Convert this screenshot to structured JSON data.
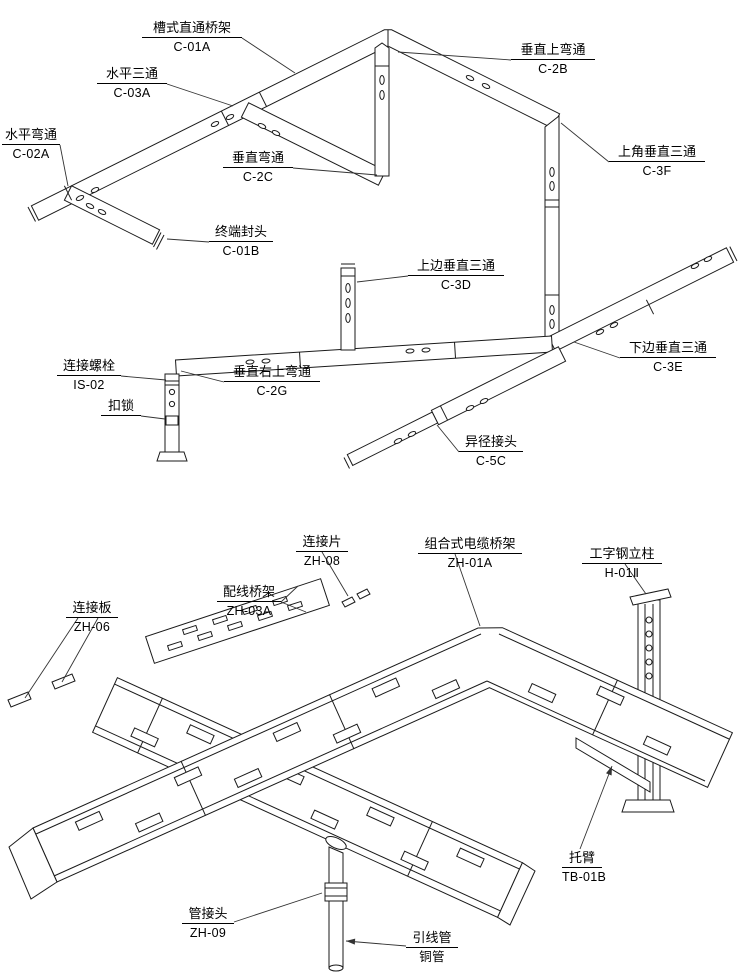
{
  "colors": {
    "line": "#1a1a1a",
    "leader": "#333333",
    "background": "#ffffff"
  },
  "figure1": {
    "labels": [
      {
        "name": "槽式直通桥架",
        "code": "C-01A"
      },
      {
        "name": "垂直上弯通",
        "code": "C-2B"
      },
      {
        "name": "水平三通",
        "code": "C-03A"
      },
      {
        "name": "水平弯通",
        "code": "C-02A"
      },
      {
        "name": "垂直弯通",
        "code": "C-2C"
      },
      {
        "name": "上角垂直三通",
        "code": "C-3F"
      },
      {
        "name": "终端封头",
        "code": "C-01B"
      },
      {
        "name": "上边垂直三通",
        "code": "C-3D"
      },
      {
        "name": "下边垂直三通",
        "code": "C-3E"
      },
      {
        "name": "连接螺栓",
        "code": "IS-02"
      },
      {
        "name": "扣锁",
        "code": ""
      },
      {
        "name": "垂直右上弯通",
        "code": "C-2G"
      },
      {
        "name": "异径接头",
        "code": "C-5C"
      }
    ]
  },
  "figure2": {
    "labels": [
      {
        "name": "连接片",
        "code": "ZH-08"
      },
      {
        "name": "组合式电缆桥架",
        "code": "ZH-01A"
      },
      {
        "name": "工字钢立柱",
        "code": "H-01Ⅱ"
      },
      {
        "name": "配线桥架",
        "code": "ZH-03A"
      },
      {
        "name": "连接板",
        "code": "ZH-06"
      },
      {
        "name": "托臂",
        "code": "TB-01B"
      },
      {
        "name": "管接头",
        "code": "ZH-09"
      },
      {
        "name": "引线管",
        "code": "铜管"
      }
    ]
  }
}
